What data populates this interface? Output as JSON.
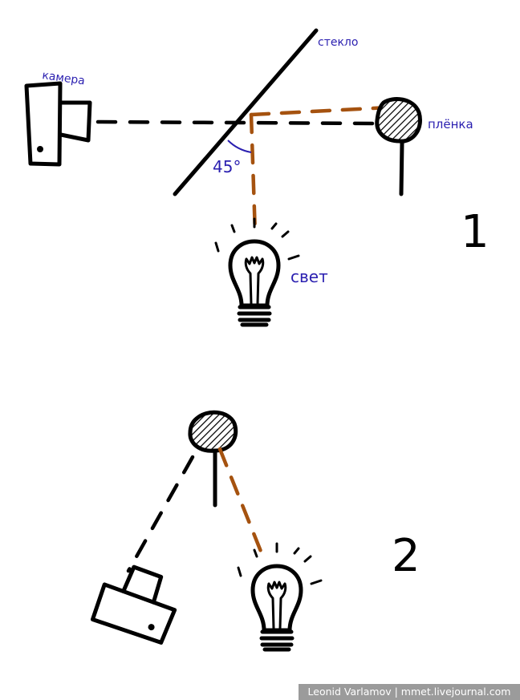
{
  "labels": {
    "camera": "камера",
    "glass": "стекло",
    "film": "плёнка",
    "angle": "45°",
    "light": "свет"
  },
  "figure_numbers": [
    "1",
    "2"
  ],
  "watermark": "Leonid Varlamov | mmet.livejournal.com",
  "colors": {
    "ink": "#000000",
    "label": "#2a1fb0",
    "light_path": "#a5520f"
  }
}
